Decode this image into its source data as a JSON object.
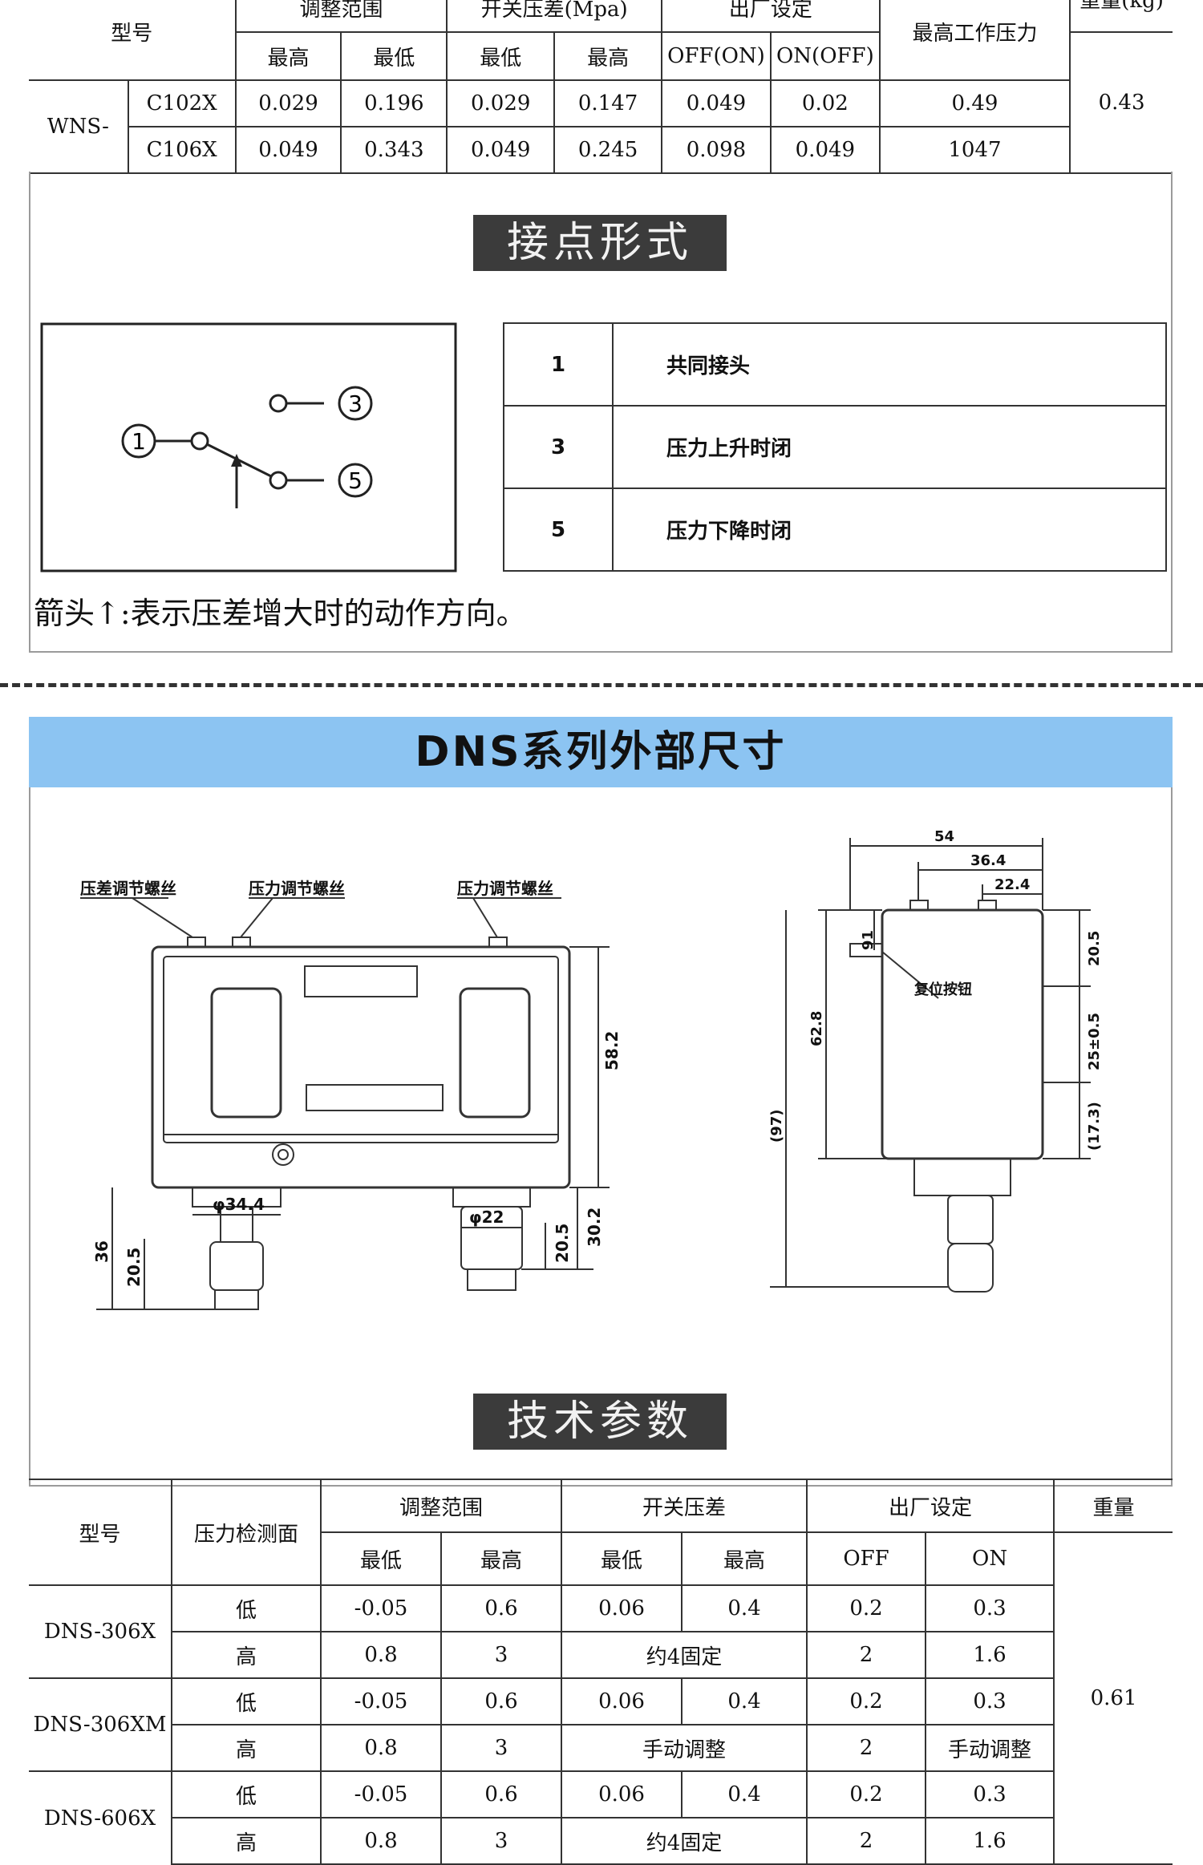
{
  "wns_table": {
    "header": {
      "model": "型号",
      "adjust_range": "调整范围",
      "switch_diff": "开关压差(Mpa)",
      "factory_setting": "出厂设定",
      "max_pressure": "最高工作压力",
      "weight": "重量(kg)"
    },
    "subheader": {
      "adjust_high": "最高",
      "adjust_low": "最低",
      "diff_low": "最低",
      "diff_high": "最高",
      "off_on": "OFF(ON)",
      "on_off": "ON(OFF)"
    },
    "series_prefix": "WNS-",
    "rows": [
      {
        "model": "C102X",
        "a": "0.029",
        "b": "0.196",
        "c": "0.029",
        "d": "0.147",
        "e": "0.049",
        "f": "0.02",
        "p": "0.49"
      },
      {
        "model": "C106X",
        "a": "0.049",
        "b": "0.343",
        "c": "0.049",
        "d": "0.245",
        "e": "0.098",
        "f": "0.049",
        "p": "1047"
      }
    ],
    "weight": "0.43"
  },
  "contact_section": {
    "title": "接点形式",
    "terminals": {
      "t1": "1",
      "t3": "3",
      "t5": "5"
    },
    "rows": [
      {
        "num": "1",
        "desc": "共同接头"
      },
      {
        "num": "3",
        "desc": "压力上升时闭"
      },
      {
        "num": "5",
        "desc": "压力下降时闭"
      }
    ],
    "note": "箭头↑:表示压差增大时的动作方向。"
  },
  "dns_section": {
    "banner": "DNS系列外部尺寸",
    "labels": {
      "diff_screw": "压差调节螺丝",
      "pressure_screw_1": "压力调节螺丝",
      "pressure_screw_2": "压力调节螺丝",
      "reset_button": "复位按钮"
    },
    "front_dims": {
      "d58": "58.2",
      "d36": "36",
      "d20a": "20.5",
      "phi34": "φ34.4",
      "phi22": "φ22",
      "d20b": "20.5",
      "d30": "30.2"
    },
    "side_dims": {
      "d54": "54",
      "d36": "36.4",
      "d22": "22.4",
      "d91": "91",
      "d628": "62.8",
      "d97": "(97)",
      "d205": "20.5",
      "d25": "25±0.5",
      "d173": "(17.3)"
    }
  },
  "tech_section": {
    "title": "技术参数",
    "header": {
      "model": "型号",
      "detect": "压力检测面",
      "adjust_range": "调整范围",
      "switch_diff": "开关压差",
      "factory_setting": "出厂设定",
      "weight": "重量"
    },
    "subheader": {
      "adj_low": "最低",
      "adj_high": "最高",
      "diff_low": "最低",
      "diff_high": "最高",
      "off": "OFF",
      "on": "ON"
    },
    "models": [
      {
        "name": "DNS-306X",
        "low": {
          "side": "低",
          "a": "-0.05",
          "b": "0.6",
          "c": "0.06",
          "d": "0.4",
          "off": "0.2",
          "on": "0.3"
        },
        "high": {
          "side": "高",
          "a": "0.8",
          "b": "3",
          "diff": "约4固定",
          "off": "2",
          "on": "1.6"
        }
      },
      {
        "name": "DNS-306XM",
        "low": {
          "side": "低",
          "a": "-0.05",
          "b": "0.6",
          "c": "0.06",
          "d": "0.4",
          "off": "0.2",
          "on": "0.3"
        },
        "high": {
          "side": "高",
          "a": "0.8",
          "b": "3",
          "diff": "手动调整",
          "off": "2",
          "on": "手动调整"
        }
      },
      {
        "name": "DNS-606X",
        "low": {
          "side": "低",
          "a": "-0.05",
          "b": "0.6",
          "c": "0.06",
          "d": "0.4",
          "off": "0.2",
          "on": "0.3"
        },
        "high": {
          "side": "高",
          "a": "0.8",
          "b": "3",
          "diff": "约4固定",
          "off": "2",
          "on": "1.6"
        }
      }
    ],
    "weight": "0.61"
  }
}
